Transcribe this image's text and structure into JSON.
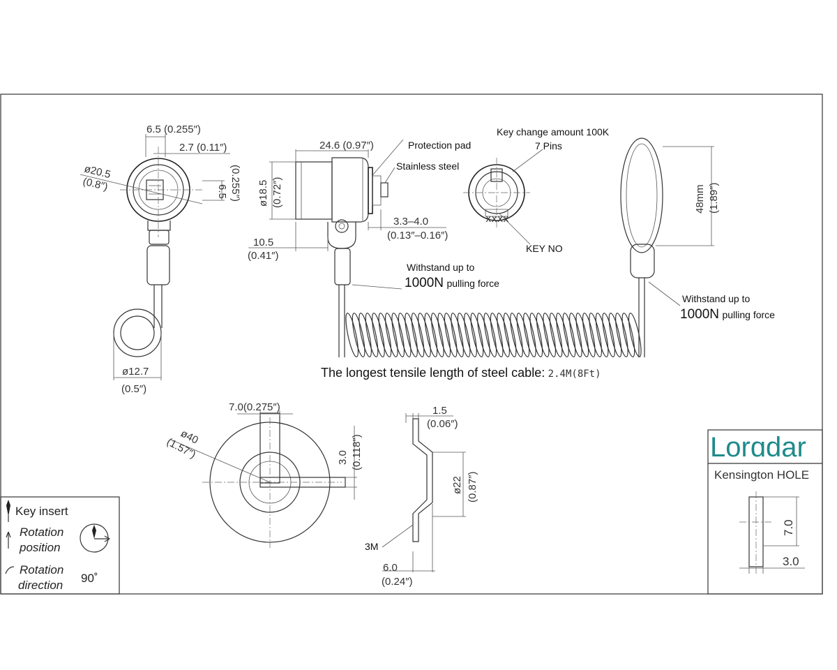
{
  "side_view": {
    "w1": "6.5",
    "w1_in": "(0.255″)",
    "w2": "2.7",
    "w2_in": "(0.11″)",
    "dia": "ø20.5",
    "dia_in": "(0.8″)",
    "slot": "6.5",
    "slot_in": "(0.255″)",
    "loop_dia": "ø12.7",
    "loop_dia_in": "(0.5″)"
  },
  "front_view": {
    "length": "24.6",
    "length_in": "(0.97″)",
    "protection_pad": "Protection pad",
    "stainless_steel": "Stainless steel",
    "dia": "ø18.5",
    "dia_in": "(0.72″)",
    "offset": "10.5",
    "offset_in": "(0.41″)",
    "pin_range": "3.3–4.0",
    "pin_range_in": "(0.13″–0.16″)"
  },
  "key_view": {
    "key_change": "Key change amount 100K",
    "pins": "7 Pins",
    "key_no": "KEY NO"
  },
  "loop": {
    "height": "48mm",
    "height_in": "(1.89″)"
  },
  "force_left": {
    "prefix": "Withstand up to",
    "value": "1000N",
    "suffix": "pulling force"
  },
  "force_right": {
    "prefix": "Withstand up to",
    "value": "1000N",
    "suffix": "pulling force"
  },
  "cable_caption": {
    "text": "The longest tensile length of steel cable:",
    "value": "2.4M(8Ft)"
  },
  "plate": {
    "slot_w": "7.0",
    "slot_w_in": "(0.275″)",
    "dia": "ø40",
    "dia_in": "(1.57″)",
    "slot_h": "3.0",
    "slot_h_in": "(0.118″)"
  },
  "plate_section": {
    "thick": "1.5",
    "thick_in": "(0.06″)",
    "dia": "ø22",
    "dia_in": "(0.87″)",
    "adhesive": "3M",
    "depth": "6.0",
    "depth_in": "(0.24″)"
  },
  "legend": {
    "key_insert": "Key insert",
    "rotation_position_1": "Rotation",
    "rotation_position_2": "position",
    "rotation_direction_1": "Rotation",
    "rotation_direction_2": "direction",
    "angle": "90˚"
  },
  "title_block": {
    "brand": "Lorɑdar",
    "subtitle": "Kensington HOLE",
    "hole_h": "7.0",
    "hole_w": "3.0"
  },
  "colors": {
    "brand": "#1f8a8c",
    "line": "#333333"
  }
}
